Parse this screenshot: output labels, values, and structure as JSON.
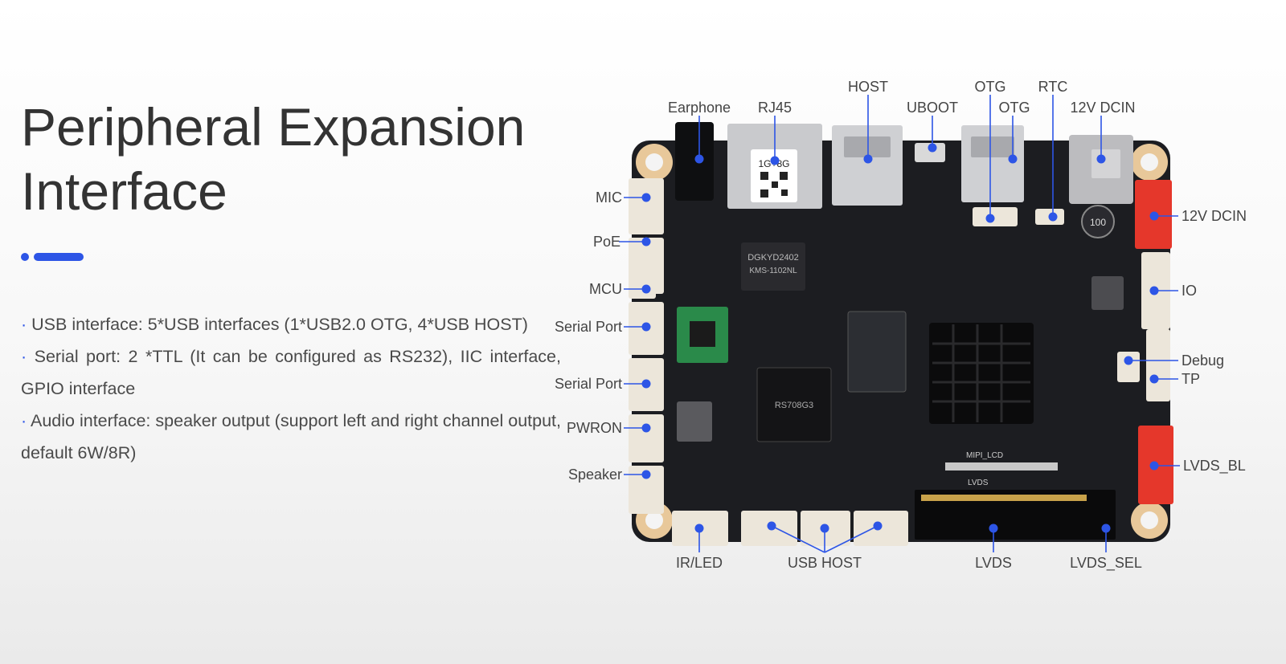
{
  "title": {
    "line1": "Peripheral Expansion",
    "line2": "Interface"
  },
  "colors": {
    "accent": "#2d55e6",
    "board": "#1c1d21",
    "connector_red": "#e5372b",
    "connector_white": "#ece6da"
  },
  "bullets": [
    {
      "mark": "· ",
      "text": "USB interface: 5*USB interfaces (1*USB2.0 OTG, 4*USB HOST)"
    },
    {
      "mark": "· ",
      "text": "Serial port: 2 *TTL (It can be configured as RS232), IIC interface, GPIO interface"
    },
    {
      "mark": "· ",
      "text": "Audio interface: speaker output (support left and right channel output, default 6W/8R)"
    }
  ],
  "board_labels": {
    "top": [
      "Earphone",
      "RJ45",
      "HOST",
      "UBOOT",
      "OTG",
      "OTG",
      "RTC",
      "12V DCIN"
    ],
    "left": [
      "MIC",
      "PoE",
      "MCU",
      "Serial Port",
      "Serial Port",
      "PWRON",
      "Speaker"
    ],
    "right": [
      "12V DCIN",
      "IO",
      "Debug",
      "TP",
      "LVDS_BL"
    ],
    "bottom": [
      "IR/LED",
      "USB HOST",
      "LVDS",
      "LVDS_SEL"
    ]
  },
  "board_silk": {
    "qr_label": "1G+8G",
    "transformer": "DGKYD2402",
    "transformer2": "KMS-1102NL",
    "soc": "RS708G3",
    "cap": "100",
    "lvds": "LVDS",
    "mipi": "MIPI_LCD"
  }
}
